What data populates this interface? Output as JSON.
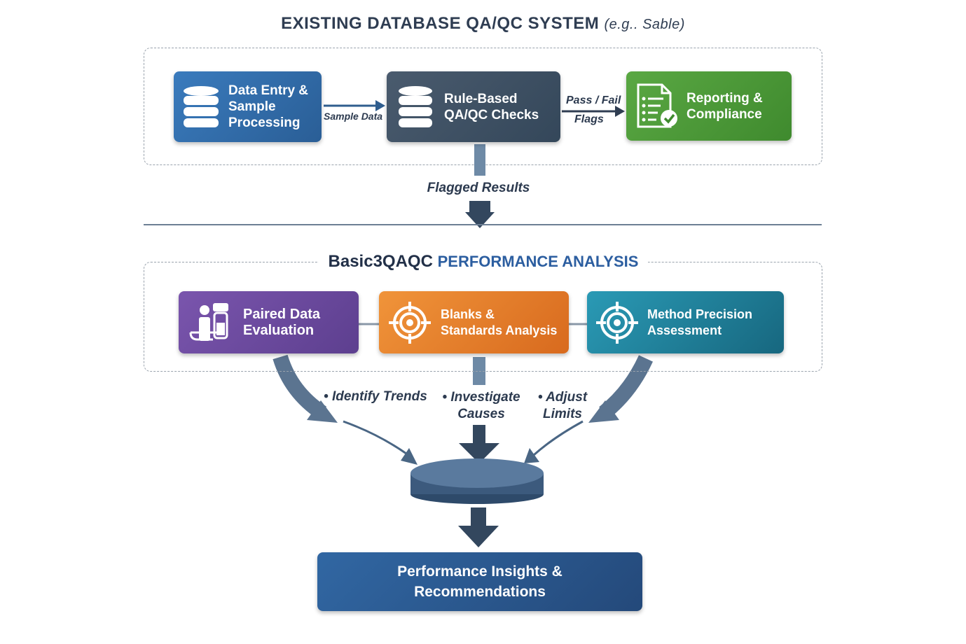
{
  "title": {
    "main": "EXISTING DATABASE QA/QC SYSTEM",
    "sub": "(e.g.. Sable)"
  },
  "top_row": {
    "data_entry": "Data Entry & Sample Processing",
    "sample_data_label": "Sample Data",
    "rule_based": "Rule-Based QA/QC Checks",
    "pass_fail_label": "Pass / Fail",
    "flags_label": "Flags",
    "reporting": "Reporting & Compliance"
  },
  "flagged_results": "Flagged Results",
  "analysis": {
    "title_main": "Basic3QAQC",
    "title_accent": "PERFORMANCE ANALYSIS",
    "paired": "Paired Data Evaluation",
    "blanks": "Blanks & Standards Analysis",
    "method": "Method Precision Assessment"
  },
  "actions": {
    "identify": "Identify Trends",
    "investigate": "Investigate Causes",
    "adjust": "Adjust Limits"
  },
  "output": "Performance Insights & Recommendations",
  "colors": {
    "blue": "#2f6fae",
    "slate": "#3e4f62",
    "green": "#4f9a3a",
    "purple": "#6b4a9e",
    "orange": "#e0782a",
    "teal": "#1f7b92",
    "navy": "#2b4f7c"
  },
  "icons": [
    "database-icon",
    "database-icon",
    "checklist-icon",
    "paired-samples-icon",
    "target-icon",
    "target-icon"
  ]
}
